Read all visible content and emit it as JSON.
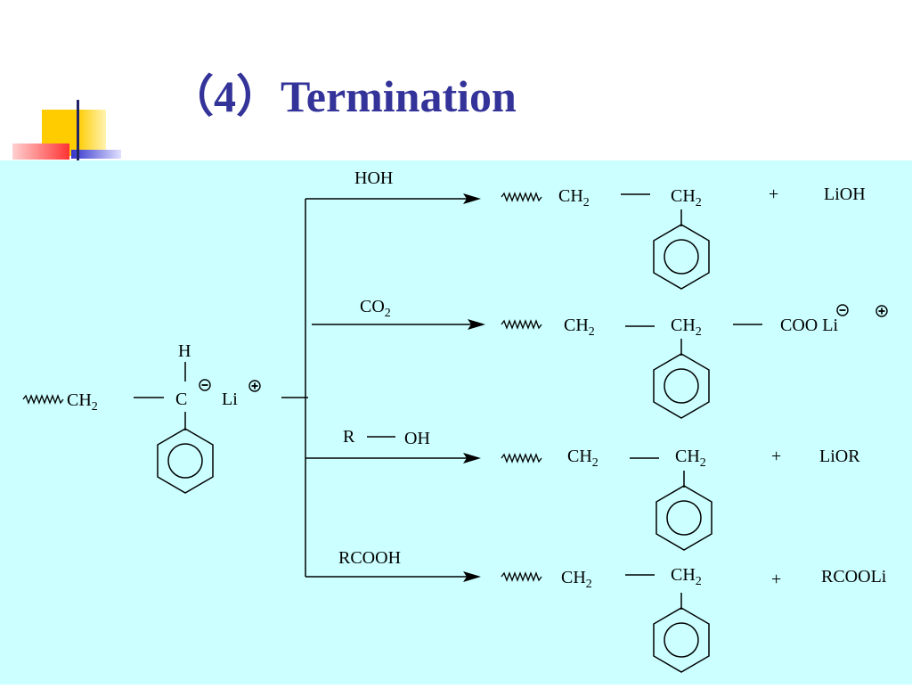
{
  "slide": {
    "title": "（4）Termination"
  },
  "colors": {
    "title": "#333399",
    "panel": "#ccffff",
    "yellow": "#ffcc00",
    "red": "#ff3333",
    "blue": "#3333cc"
  },
  "reactant": {
    "h": "H",
    "ch2": "CH",
    "ch2_sub": "2",
    "c": "C",
    "li": "Li"
  },
  "reagents": {
    "r1": "HOH",
    "r2": "CO",
    "r2_sub": "2",
    "r3_r": "R",
    "r3_oh": "OH",
    "r4": "RCOOH"
  },
  "products": {
    "ch2": "CH",
    "ch2_sub": "2",
    "plus": "+",
    "p1_byproduct": "LiOH",
    "p2_group": "COO Li",
    "p3_byproduct": "LiOR",
    "p4_byproduct": "RCOOLi"
  },
  "icons": [
    "benzene-ring-icon",
    "wavy-chain-icon",
    "negative-charge-icon",
    "positive-charge-icon",
    "reaction-arrow-icon"
  ]
}
